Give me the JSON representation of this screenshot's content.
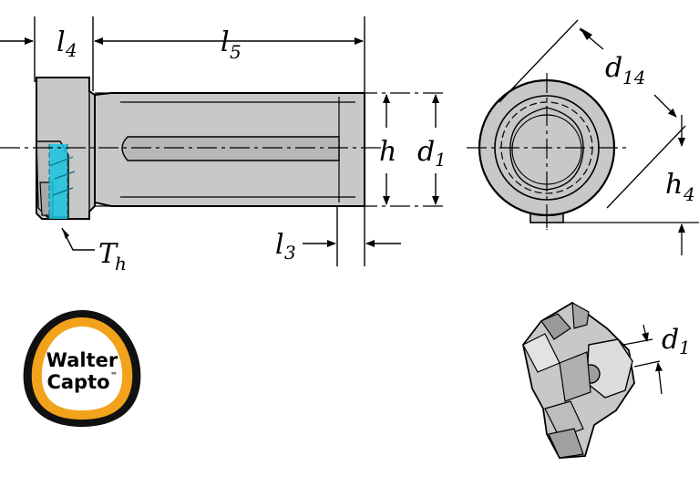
{
  "labels": {
    "l4": {
      "main": "l",
      "sub": "4"
    },
    "l5": {
      "main": "l",
      "sub": "5"
    },
    "l3": {
      "main": "l",
      "sub": "3"
    },
    "h": {
      "main": "h",
      "sub": ""
    },
    "d1": {
      "main": "d",
      "sub": "1"
    },
    "d14": {
      "main": "d",
      "sub": "14"
    },
    "h4": {
      "main": "h",
      "sub": "4"
    },
    "th": {
      "main": "T",
      "sub": "h"
    },
    "d1_small": {
      "main": "d",
      "sub": "1"
    }
  },
  "logo": {
    "line1": "Walter",
    "line2": "Capto",
    "mark": "™"
  },
  "colors": {
    "part_fill": "#c8c8c8",
    "coolant": "#19c7e3",
    "logo_ring": "#f2a21b"
  }
}
